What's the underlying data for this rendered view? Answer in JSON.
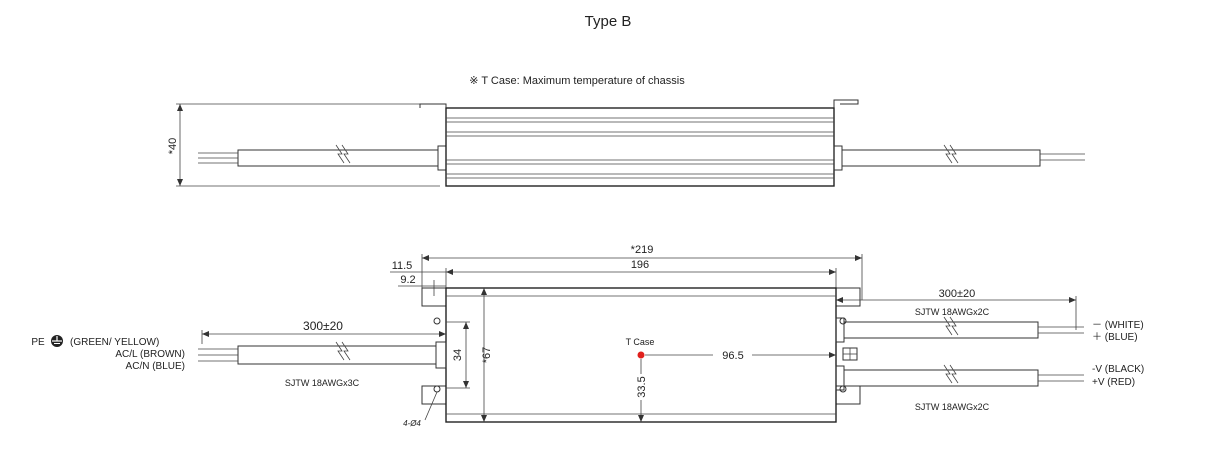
{
  "title": "Type B",
  "note": "※ T Case: Maximum temperature of chassis",
  "side_view": {
    "height_label": "*40"
  },
  "top_view": {
    "overall_length": "*219",
    "body_length": "196",
    "offset_outer": "11.5",
    "offset_inner": "9.2",
    "input_cable_length": "300±20",
    "output_cable_length": "300±20",
    "mount_span": "34",
    "width_label": "*67",
    "tcase_label": "T Case",
    "tcase_x": "96.5",
    "tcase_y": "33.5",
    "hole_label": "4-Ø4",
    "input_cable_type": "SJTW 18AWGx3C",
    "output_cable_type_top": "SJTW 18AWGx2C",
    "output_cable_type_bottom": "SJTW 18AWGx2C",
    "pe_label": "PE",
    "input_wires": [
      "(GREEN/ YELLOW)",
      "AC/L (BROWN)",
      "AC/N (BLUE)"
    ],
    "output_dim_wires": [
      "－ (WHITE)",
      "＋ (BLUE)"
    ],
    "output_power_wires": [
      "-V (BLACK)",
      "+V (RED)"
    ]
  },
  "colors": {
    "tcase_dot": "#e0201c",
    "line": "#333333"
  }
}
